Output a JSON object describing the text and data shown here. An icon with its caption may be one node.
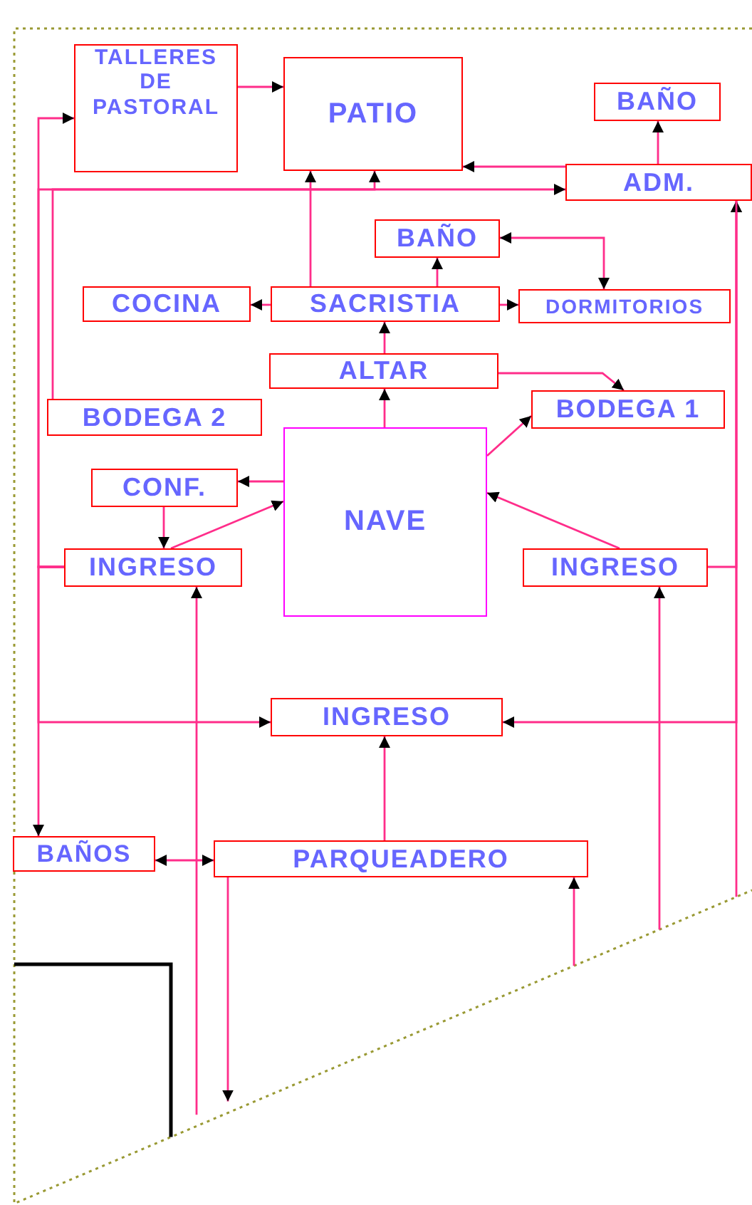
{
  "diagram": {
    "nodes": [
      {
        "text": [
          "TALLERES DE PASTORAL"
        ]
      },
      {
        "text": [
          "PATIO"
        ]
      },
      {
        "text": [
          "BAÑO"
        ]
      },
      {
        "text": [
          "ADM."
        ]
      },
      {
        "text": [
          "BAÑO"
        ]
      },
      {
        "text": [
          "COCINA"
        ]
      },
      {
        "text": [
          "SACRISTIA"
        ]
      },
      {
        "text": [
          "DORMITORIOS"
        ]
      },
      {
        "text": [
          "ALTAR"
        ]
      },
      {
        "text": [
          "BODEGA 2"
        ]
      },
      {
        "text": [
          "BODEGA 1"
        ]
      },
      {
        "text": [
          "NAVE"
        ]
      },
      {
        "text": [
          "CONF."
        ]
      },
      {
        "text": [
          "INGRESO"
        ]
      },
      {
        "text": [
          "INGRESO"
        ]
      },
      {
        "text": [
          "INGRESO"
        ]
      },
      {
        "text": [
          "BAÑOS"
        ]
      },
      {
        "text": [
          "PARQUEADERO"
        ]
      }
    ],
    "edges": [
      {
        "from": 0,
        "to": 1,
        "arrow": "to"
      },
      {
        "from": 13,
        "to": 0,
        "arrow": "to"
      },
      {
        "from": 13,
        "to": 3,
        "arrow": "to"
      },
      {
        "from": 9,
        "to": 1,
        "arrow": "to"
      },
      {
        "from": 3,
        "to": 1,
        "arrow": "to"
      },
      {
        "from": 3,
        "to": 2,
        "arrow": "to"
      },
      {
        "from": 6,
        "to": 1,
        "arrow": "to"
      },
      {
        "from": 6,
        "to": 4,
        "arrow": "to"
      },
      {
        "from": 4,
        "to": 7,
        "arrow": "both"
      },
      {
        "from": 6,
        "to": 5,
        "arrow": "to"
      },
      {
        "from": 6,
        "to": 7,
        "arrow": "to"
      },
      {
        "from": 8,
        "to": 6,
        "arrow": "to"
      },
      {
        "from": 8,
        "to": 10,
        "arrow": "to"
      },
      {
        "from": 11,
        "to": 8,
        "arrow": "to"
      },
      {
        "from": 11,
        "to": 10,
        "arrow": "to"
      },
      {
        "from": 11,
        "to": 12,
        "arrow": "to"
      },
      {
        "from": 12,
        "to": 13,
        "arrow": "to"
      },
      {
        "from": 13,
        "to": 11,
        "arrow": "to"
      },
      {
        "from": 14,
        "to": 11,
        "arrow": "to"
      },
      {
        "from": 14,
        "to": 3,
        "arrow": "to"
      },
      {
        "from": 15,
        "to": 3,
        "arrow": "both"
      },
      {
        "from": 13,
        "to": 15,
        "arrow": "to"
      },
      {
        "from": 13,
        "to": 16,
        "arrow": "to"
      },
      {
        "from": 17,
        "to": 15,
        "arrow": "to"
      },
      {
        "from": 17,
        "to": 16,
        "arrow": "both"
      },
      {
        "from": null,
        "to": 13,
        "arrow": "to"
      },
      {
        "from": null,
        "to": 14,
        "arrow": "to"
      },
      {
        "from": 17,
        "to": null,
        "arrow": "to"
      },
      {
        "from": null,
        "to": 17,
        "arrow": "to"
      },
      {
        "from": null,
        "to": 3,
        "arrow": "none"
      }
    ]
  }
}
